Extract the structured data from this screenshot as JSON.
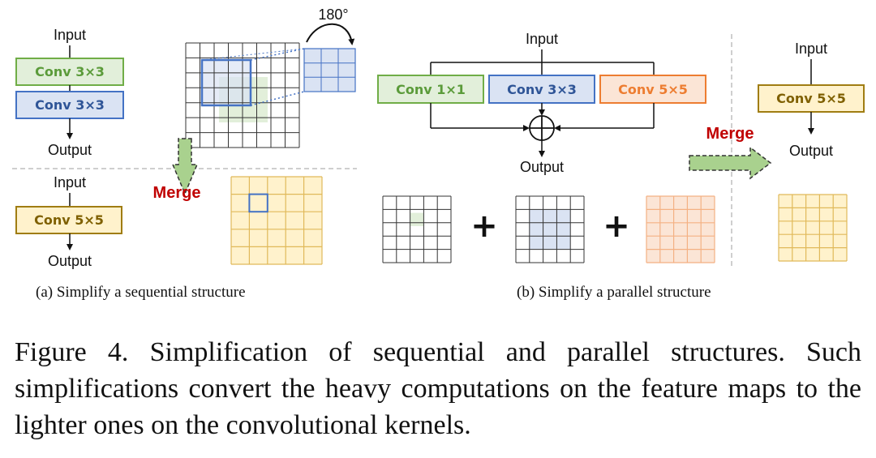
{
  "colors": {
    "green_border": "#70ad47",
    "green_fill": "#e2efda",
    "green_text": "#5b9b3a",
    "blue_border": "#4472c4",
    "blue_fill": "#dae3f3",
    "blue_text": "#2f5597",
    "orange_border": "#ed7d31",
    "orange_fill": "#fbe5d6",
    "orange_text": "#ed7d31",
    "gold_border": "#a07d12",
    "gold_fill": "#fff2cc",
    "gold_text": "#7f6000",
    "merge_text": "#c00000",
    "merge_arrow": "#a9d18e"
  },
  "panel_a": {
    "top": {
      "input": "Input",
      "box1": "Conv 3×3",
      "box2": "Conv 3×3",
      "output": "Output",
      "rotation": "180°"
    },
    "bottom": {
      "input": "Input",
      "box": "Conv 5×5",
      "output": "Output"
    },
    "merge": "Merge",
    "subcaption": "(a) Simplify a sequential structure"
  },
  "panel_b": {
    "input": "Input",
    "branches": [
      "Conv 1×1",
      "Conv 3×3",
      "Conv 5×5"
    ],
    "output": "Output",
    "plus_signs": [
      "+",
      "+"
    ],
    "merge": "Merge",
    "result": {
      "input": "Input",
      "box": "Conv 5×5",
      "output": "Output"
    },
    "subcaption": "(b) Simplify a parallel structure"
  },
  "caption": "Figure 4. Simplification of sequential and parallel structures. Such simplifications convert the heavy computations on the feature maps to the lighter ones on the convolutional kernels."
}
